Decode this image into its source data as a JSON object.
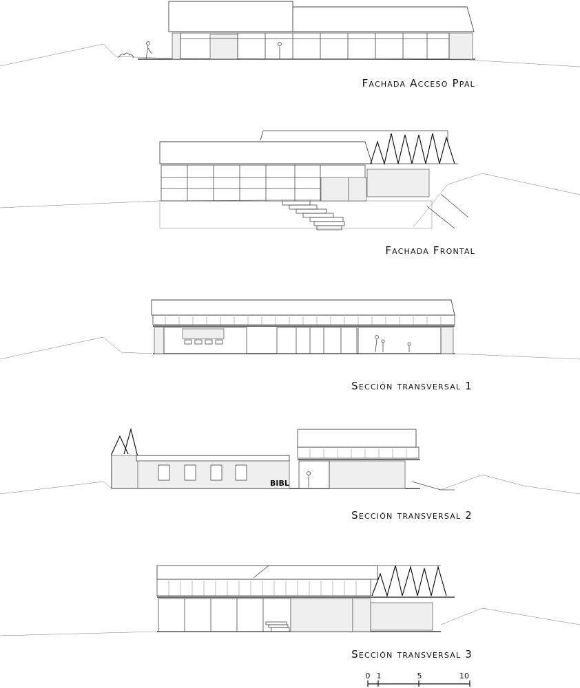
{
  "drawings": [
    {
      "id": "fachada-acceso",
      "caption": "Fachada Acceso Ppal"
    },
    {
      "id": "fachada-frontal",
      "caption": "Fachada Frontal"
    },
    {
      "id": "seccion-1",
      "caption": "Sección transversal 1"
    },
    {
      "id": "seccion-2",
      "caption": "Sección transversal 2",
      "room_label": "BIBL"
    },
    {
      "id": "seccion-3",
      "caption": "Sección transversal 3"
    }
  ],
  "scale_bar": {
    "labels": [
      "0",
      "1",
      "5",
      "10"
    ]
  }
}
